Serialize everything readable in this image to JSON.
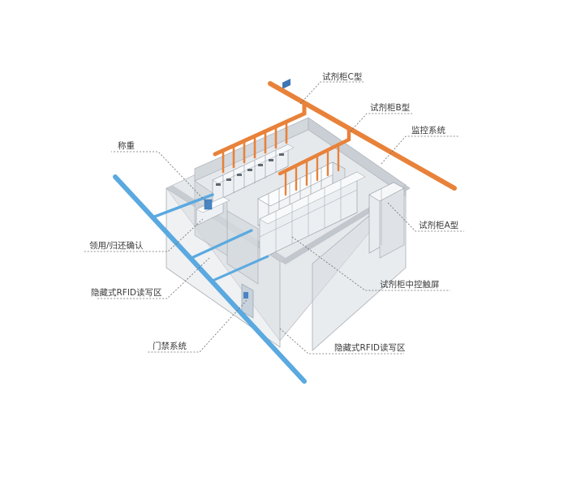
{
  "labels": {
    "cabinet_c": "试剂柜C型",
    "cabinet_b": "试剂柜B型",
    "monitoring": "监控系统",
    "weighing": "称重",
    "cabinet_a": "试剂柜A型",
    "borrow_return": "领用/归还确认",
    "rfid_left": "隐藏式RFID读写区",
    "touchscreen": "试剂柜中控触屏",
    "access_control": "门禁系统",
    "rfid_bottom": "隐藏式RFID读写区"
  },
  "colors": {
    "exhaust_pipe": "#e8823a",
    "air_pipe": "#5aa9e0",
    "wall": "#d9dde1",
    "cabinet": "#eef1f4",
    "leader_line": "#6c6c6c"
  }
}
